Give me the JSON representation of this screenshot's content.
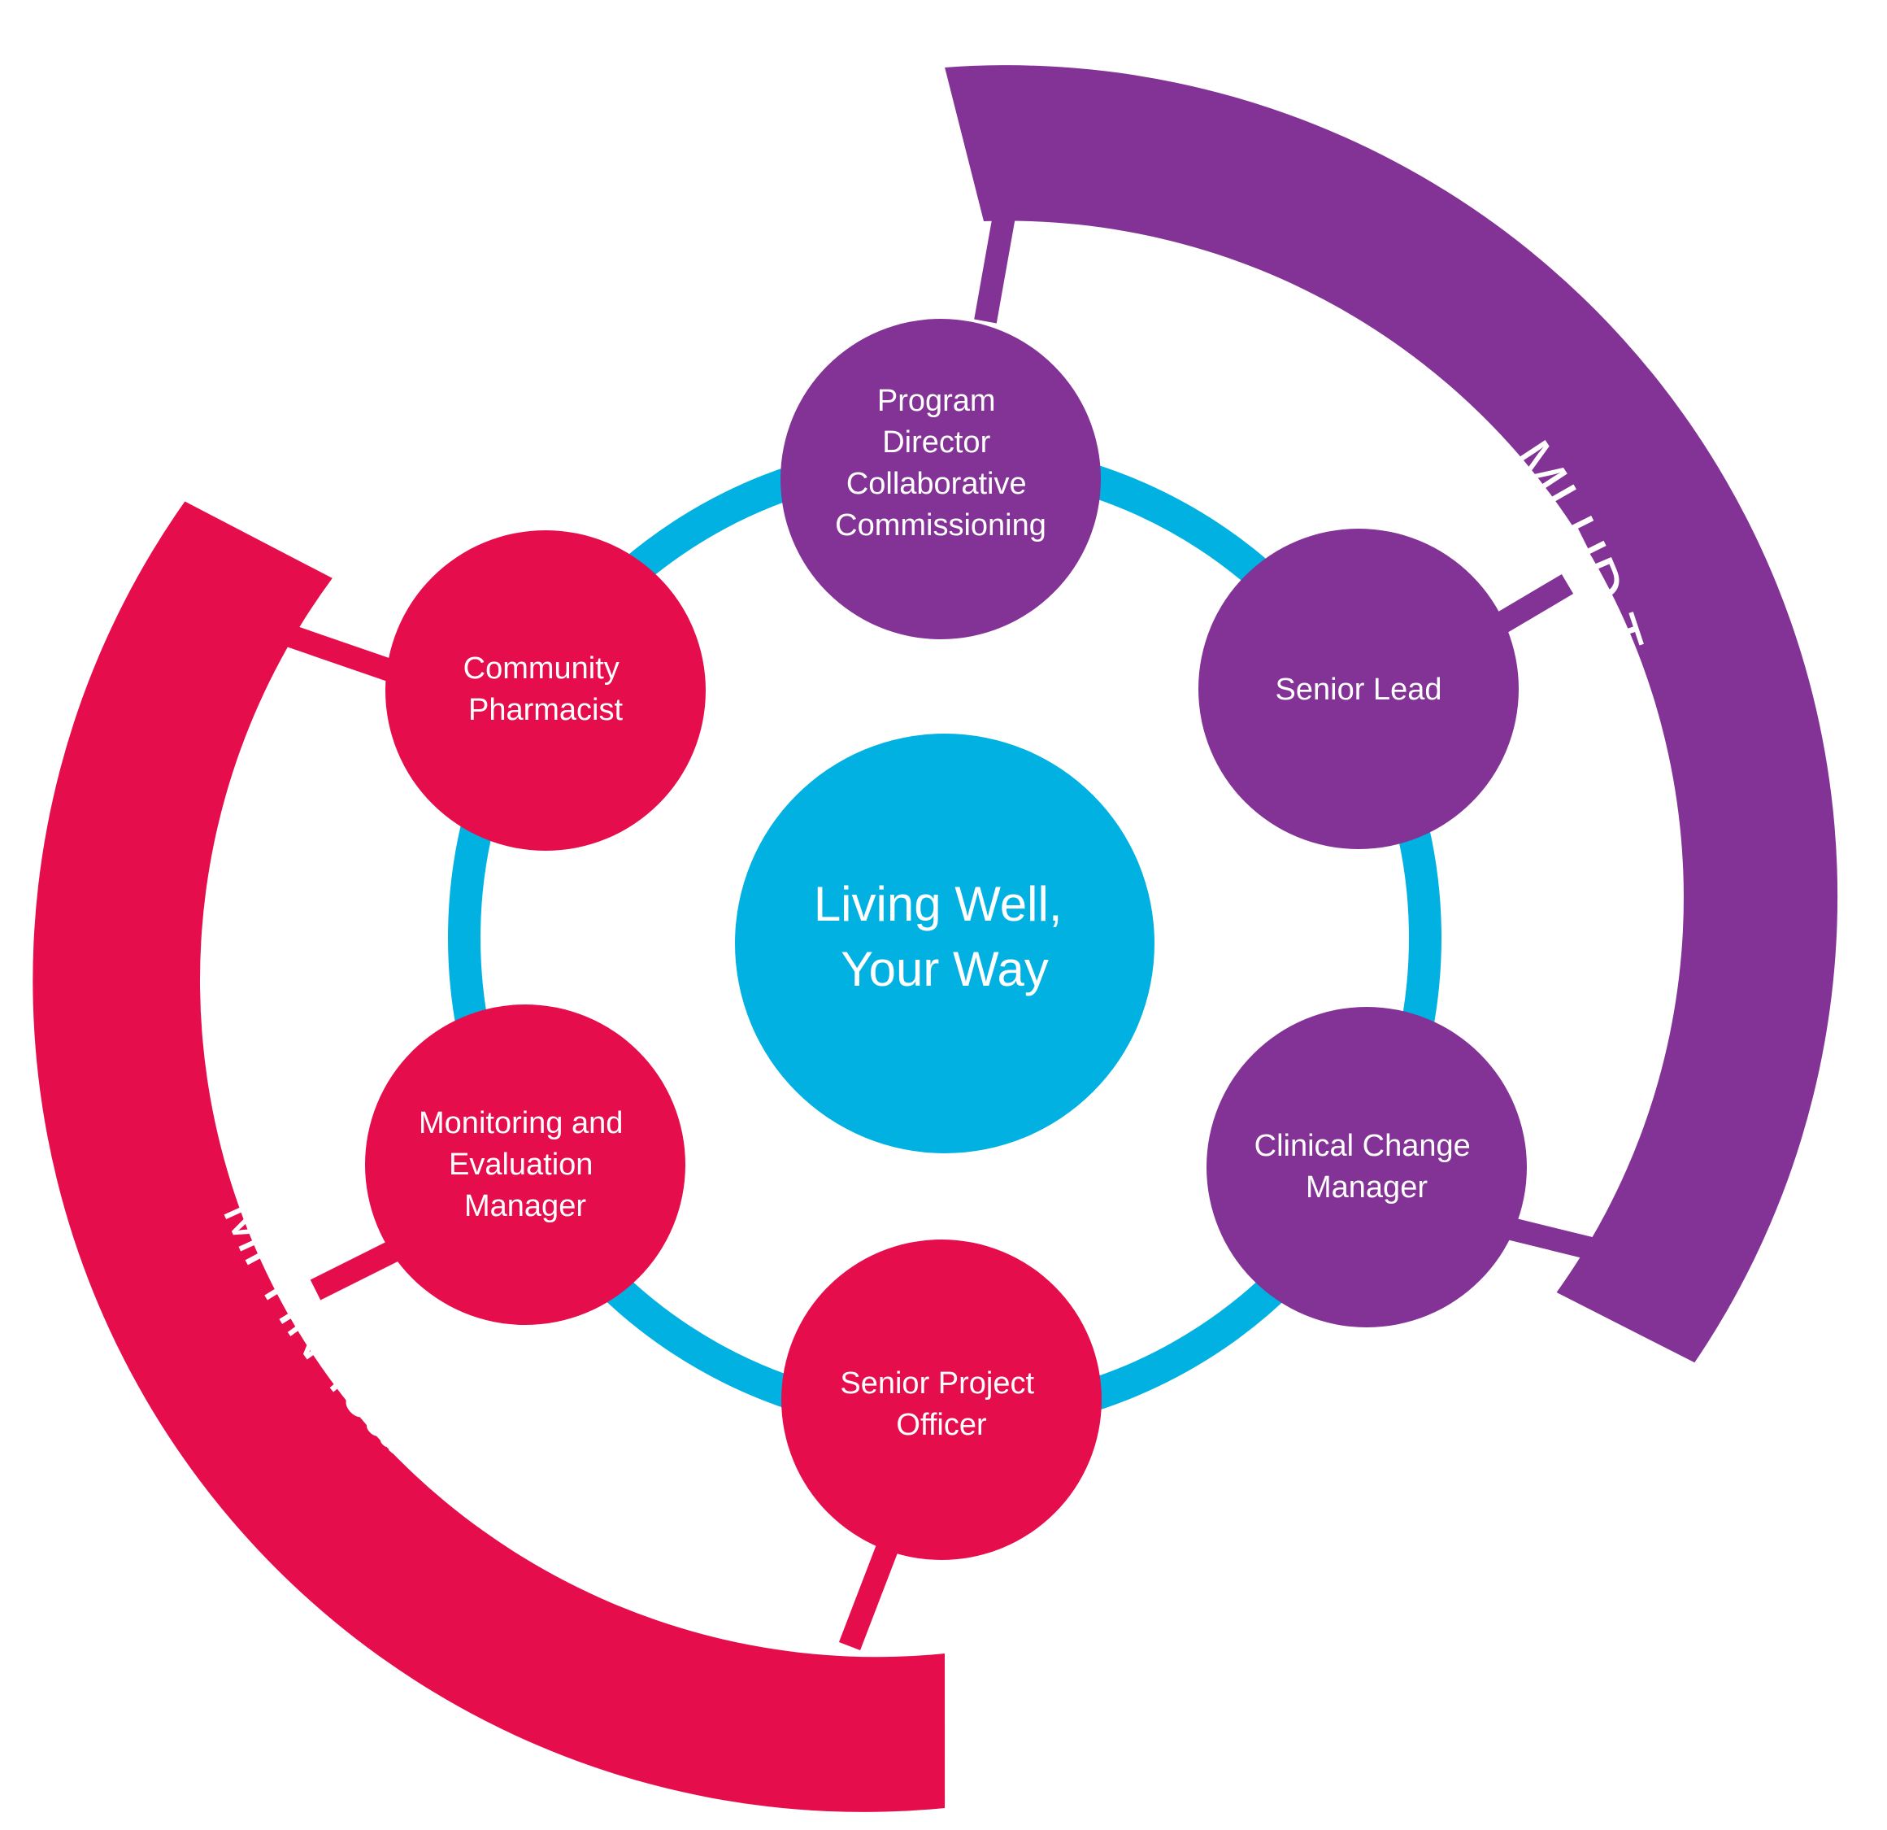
{
  "colors": {
    "background": "#ffffff",
    "mlhd": "#833296",
    "mphn": "#e60d4d",
    "ring": "#00b1e1",
    "text": "#ffffff"
  },
  "center": {
    "lines": [
      "Living Well,",
      "Your Way"
    ]
  },
  "groups": [
    {
      "id": "mlhd",
      "label": "MLHD Teams",
      "nodes": [
        {
          "id": "program-director",
          "lines": [
            "Program",
            "Director",
            "Collaborative",
            "Commissioning"
          ]
        },
        {
          "id": "senior-lead",
          "lines": [
            "Senior Lead"
          ]
        },
        {
          "id": "clinical-change-manager",
          "lines": [
            "Clinical Change",
            "Manager"
          ]
        }
      ]
    },
    {
      "id": "mphn",
      "label": "MPHN Teams",
      "nodes": [
        {
          "id": "community-pharmacist",
          "lines": [
            "Community",
            "Pharmacist"
          ]
        },
        {
          "id": "monitoring-evaluation-manager",
          "lines": [
            "Monitoring and",
            "Evaluation",
            "Manager"
          ]
        },
        {
          "id": "senior-project-officer",
          "lines": [
            "Senior Project",
            "Officer"
          ]
        }
      ]
    }
  ]
}
